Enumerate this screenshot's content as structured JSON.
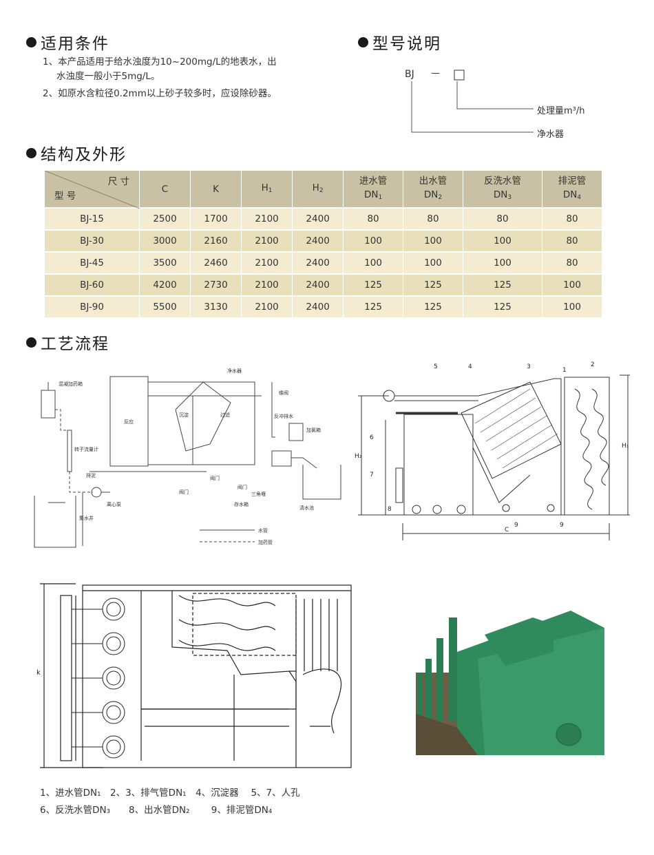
{
  "sections": {
    "conditions": "适用条件",
    "model": "型号说明",
    "structure": "结构及外形",
    "process": "工艺流程"
  },
  "conditions": {
    "line1a": "1、本产品适用于给水浊度为10~200mg/L的地表水，出",
    "line1b": "水浊度一般小于5mg/L。",
    "line2": "2、如原水含粒径0.2mm以上砂子较多时，应设除砂器。"
  },
  "model_code": {
    "prefix": "BJ",
    "dash": "—",
    "capacity_label": "处理量m³/h",
    "product_label": "净水器"
  },
  "table": {
    "corner_top": "尺 寸",
    "corner_bottom": "型 号",
    "headers": [
      "C",
      "K",
      "H1",
      "H2",
      "进水管DN1",
      "出水管DN2",
      "反洗水管DN3",
      "排泥管DN4"
    ],
    "rows": [
      [
        "BJ-15",
        "2500",
        "1700",
        "2100",
        "2400",
        "80",
        "80",
        "80",
        "80"
      ],
      [
        "BJ-30",
        "3000",
        "2160",
        "2100",
        "2400",
        "100",
        "100",
        "100",
        "80"
      ],
      [
        "BJ-45",
        "3500",
        "2460",
        "2100",
        "2400",
        "100",
        "100",
        "100",
        "80"
      ],
      [
        "BJ-60",
        "4200",
        "2730",
        "2100",
        "2400",
        "125",
        "125",
        "125",
        "100"
      ],
      [
        "BJ-90",
        "5500",
        "3130",
        "2100",
        "2400",
        "125",
        "125",
        "125",
        "100"
      ]
    ]
  },
  "flow_labels": {
    "dosing_tank": "混凝加药箱",
    "rotameter": "转子流量计",
    "reaction": "反应",
    "settling": "沉淀",
    "filter": "过滤",
    "purifier": "净水器",
    "valve_float": "蝶阀",
    "backwash": "反冲排水",
    "dosing_box": "加氯箱",
    "drain": "排泥",
    "valve1": "阀门",
    "valve2": "阀门",
    "valve3": "阀门",
    "pump": "离心泵",
    "well": "集水井",
    "weir": "三角堰",
    "clear_tank": "清水池",
    "flow_tank": "存水箱",
    "legend_water": "水管",
    "legend_dosing": "加药管"
  },
  "diagram_labels": {
    "n1": "1",
    "n2": "2",
    "n3": "3",
    "n4": "4",
    "n5": "5",
    "n6": "6",
    "n7": "7",
    "n8": "8",
    "n9a": "9",
    "n9b": "9",
    "dim_h1": "H₁",
    "dim_h2": "H₂",
    "dim_c": "C",
    "dim_k": "k"
  },
  "legend": {
    "line1": "1、进水管DN₁　2、3、排气管DN₁　4、沉淀器　 5、7、人孔",
    "line2": "6、反洗水管DN₃　　8、出水管DN₂　　 9、排泥管DN₄"
  },
  "colors": {
    "table_header": "#c9c1a4",
    "row_light": "#f3ecd0",
    "row_dark": "#e9e0bb",
    "equipment_green": "#2f8a5c"
  }
}
